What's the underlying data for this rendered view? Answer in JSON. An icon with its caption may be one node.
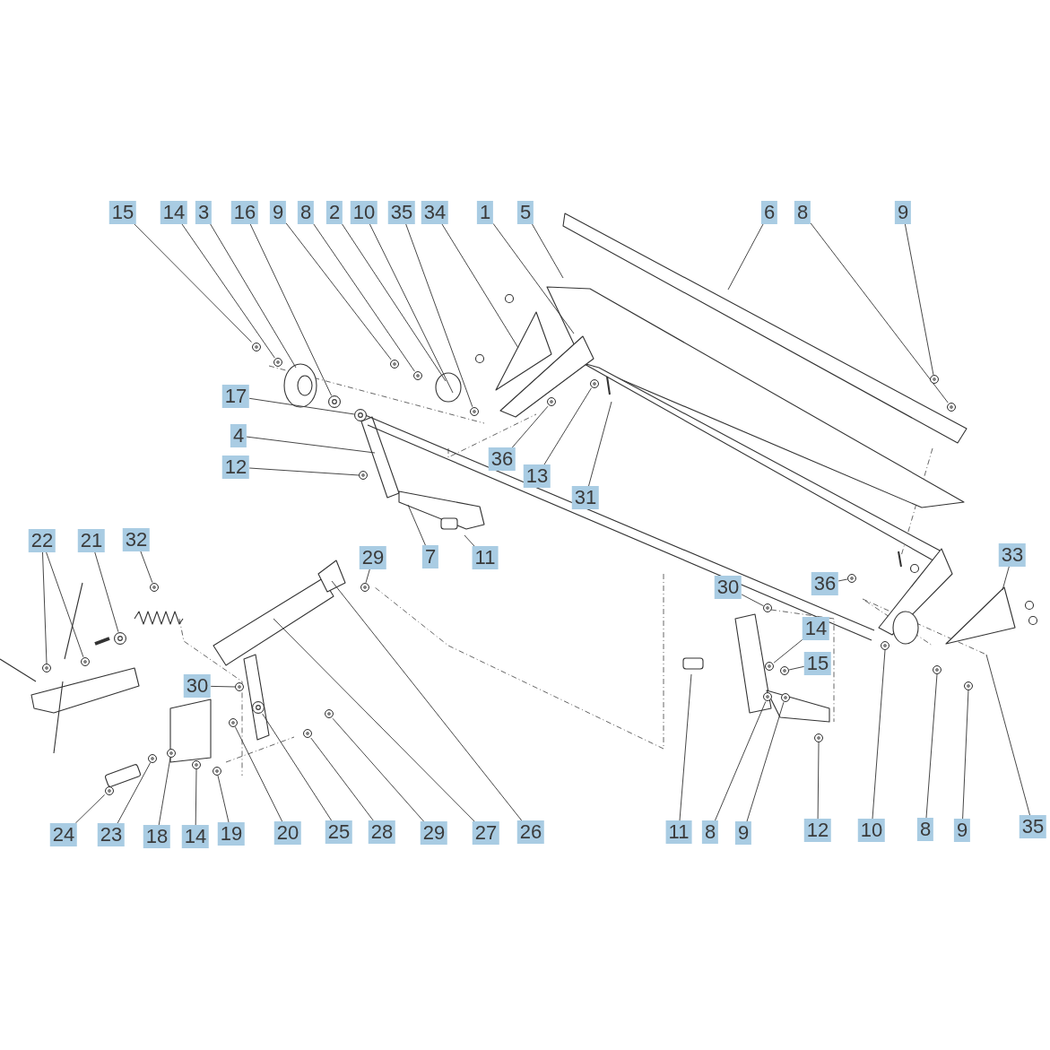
{
  "diagram": {
    "nodes": [
      {
        "text": [
          "15"
        ]
      },
      {
        "text": [
          "14"
        ]
      },
      {
        "text": [
          "3"
        ]
      },
      {
        "text": [
          "16"
        ]
      },
      {
        "text": [
          "9"
        ]
      },
      {
        "text": [
          "8"
        ]
      },
      {
        "text": [
          "2"
        ]
      },
      {
        "text": [
          "10"
        ]
      },
      {
        "text": [
          "35"
        ]
      },
      {
        "text": [
          "34"
        ]
      },
      {
        "text": [
          "1"
        ]
      },
      {
        "text": [
          "5"
        ]
      },
      {
        "text": [
          "6"
        ]
      },
      {
        "text": [
          "8"
        ]
      },
      {
        "text": [
          "9"
        ]
      },
      {
        "text": [
          "17"
        ]
      },
      {
        "text": [
          "4"
        ]
      },
      {
        "text": [
          "12"
        ]
      },
      {
        "text": [
          "36"
        ]
      },
      {
        "text": [
          "13"
        ]
      },
      {
        "text": [
          "31"
        ]
      },
      {
        "text": [
          "7"
        ]
      },
      {
        "text": [
          "11"
        ]
      },
      {
        "text": [
          "29"
        ]
      },
      {
        "text": [
          "33"
        ]
      },
      {
        "text": [
          "36"
        ]
      },
      {
        "text": [
          "30"
        ]
      },
      {
        "text": [
          "14"
        ]
      },
      {
        "text": [
          "15"
        ]
      },
      {
        "text": [
          "22"
        ]
      },
      {
        "text": [
          "21"
        ]
      },
      {
        "text": [
          "32"
        ]
      },
      {
        "text": [
          "30"
        ]
      },
      {
        "text": [
          "24"
        ]
      },
      {
        "text": [
          "23"
        ]
      },
      {
        "text": [
          "18"
        ]
      },
      {
        "text": [
          "14"
        ]
      },
      {
        "text": [
          "19"
        ]
      },
      {
        "text": [
          "20"
        ]
      },
      {
        "text": [
          "25"
        ]
      },
      {
        "text": [
          "28"
        ]
      },
      {
        "text": [
          "29"
        ]
      },
      {
        "text": [
          "27"
        ]
      },
      {
        "text": [
          "26"
        ]
      },
      {
        "text": [
          "11"
        ]
      },
      {
        "text": [
          "8"
        ]
      },
      {
        "text": [
          "9"
        ]
      },
      {
        "text": [
          "12"
        ]
      },
      {
        "text": [
          "10"
        ]
      },
      {
        "text": [
          "8"
        ]
      },
      {
        "text": [
          "9"
        ]
      },
      {
        "text": [
          "35"
        ]
      },
      {
        "text": [],
        "shape": "circle"
      },
      {
        "text": [],
        "shape": "circle"
      },
      {
        "text": [],
        "shape": "circle"
      },
      {
        "text": [],
        "shape": "circle"
      },
      {
        "text": [],
        "shape": "circle"
      },
      {
        "text": [],
        "shape": "circle"
      },
      {
        "text": [],
        "shape": "circle"
      },
      {
        "text": [],
        "shape": "circle"
      },
      {
        "text": [],
        "shape": "circle"
      },
      {
        "text": [],
        "shape": "circle"
      },
      {
        "text": [],
        "shape": "circle"
      },
      {
        "text": [],
        "shape": "circle"
      },
      {
        "text": [],
        "shape": "circle"
      },
      {
        "text": [],
        "shape": "circle"
      },
      {
        "text": [],
        "shape": "circle"
      },
      {
        "text": [],
        "shape": "circle"
      },
      {
        "text": [],
        "shape": "circle"
      },
      {
        "text": [],
        "shape": "circle"
      },
      {
        "text": [],
        "shape": "circle"
      },
      {
        "text": [],
        "shape": "circle"
      },
      {
        "text": [],
        "shape": "circle"
      },
      {
        "text": [],
        "shape": "circle"
      },
      {
        "text": [],
        "shape": "circle"
      },
      {
        "text": [],
        "shape": "circle"
      },
      {
        "text": [],
        "shape": "circle"
      },
      {
        "text": [],
        "shape": "circle"
      },
      {
        "text": [],
        "shape": "circle"
      },
      {
        "text": [],
        "shape": "circle"
      },
      {
        "text": [],
        "shape": "circle"
      },
      {
        "text": [],
        "shape": "circle"
      },
      {
        "text": [],
        "shape": "circle"
      },
      {
        "text": [],
        "shape": "circle"
      },
      {
        "text": [],
        "shape": "circle"
      },
      {
        "text": [],
        "shape": "circle"
      },
      {
        "text": [],
        "shape": "circle"
      },
      {
        "text": [],
        "shape": "circle"
      },
      {
        "text": [],
        "shape": "circle"
      }
    ],
    "edges": [
      {
        "from": 0,
        "to": 52,
        "arrow": "none"
      },
      {
        "from": 1,
        "to": 53,
        "arrow": "none"
      },
      {
        "from": 2,
        "to": null,
        "arrow": "none"
      },
      {
        "from": 3,
        "to": 54,
        "arrow": "none"
      },
      {
        "from": 4,
        "to": 55,
        "arrow": "none"
      },
      {
        "from": 5,
        "to": 56,
        "arrow": "none"
      },
      {
        "from": 6,
        "to": null,
        "arrow": "none"
      },
      {
        "from": 7,
        "to": null,
        "arrow": "none"
      },
      {
        "from": 8,
        "to": 57,
        "arrow": "none"
      },
      {
        "from": 9,
        "to": null,
        "arrow": "none"
      },
      {
        "from": 10,
        "to": null,
        "arrow": "none"
      },
      {
        "from": 11,
        "to": null,
        "arrow": "none"
      },
      {
        "from": 12,
        "to": null,
        "arrow": "none"
      },
      {
        "from": 13,
        "to": 58,
        "arrow": "none"
      },
      {
        "from": 14,
        "to": 59,
        "arrow": "none"
      },
      {
        "from": 15,
        "to": 60,
        "arrow": "none"
      },
      {
        "from": 16,
        "to": null,
        "arrow": "none"
      },
      {
        "from": 17,
        "to": 61,
        "arrow": "none"
      },
      {
        "from": 18,
        "to": 62,
        "arrow": "none"
      },
      {
        "from": 19,
        "to": 63,
        "arrow": "none"
      },
      {
        "from": 20,
        "to": null,
        "arrow": "none"
      },
      {
        "from": 21,
        "to": null,
        "arrow": "none"
      },
      {
        "from": 22,
        "to": null,
        "arrow": "none"
      },
      {
        "from": 23,
        "to": 64,
        "arrow": "none"
      },
      {
        "from": 24,
        "to": null,
        "arrow": "none"
      },
      {
        "from": 25,
        "to": 65,
        "arrow": "none"
      },
      {
        "from": 26,
        "to": 66,
        "arrow": "none"
      },
      {
        "from": 27,
        "to": 67,
        "arrow": "none"
      },
      {
        "from": 28,
        "to": 68,
        "arrow": "none"
      },
      {
        "from": 29,
        "to": 69,
        "arrow": "none"
      },
      {
        "from": 29,
        "to": 70,
        "arrow": "none"
      },
      {
        "from": 30,
        "to": 71,
        "arrow": "none"
      },
      {
        "from": 31,
        "to": 72,
        "arrow": "none"
      },
      {
        "from": 32,
        "to": 73,
        "arrow": "none"
      },
      {
        "from": 33,
        "to": 74,
        "arrow": "none"
      },
      {
        "from": 34,
        "to": 75,
        "arrow": "none"
      },
      {
        "from": 35,
        "to": 76,
        "arrow": "none"
      },
      {
        "from": 36,
        "to": 77,
        "arrow": "none"
      },
      {
        "from": 37,
        "to": 78,
        "arrow": "none"
      },
      {
        "from": 38,
        "to": 79,
        "arrow": "none"
      },
      {
        "from": 39,
        "to": 80,
        "arrow": "none"
      },
      {
        "from": 40,
        "to": 81,
        "arrow": "none"
      },
      {
        "from": 41,
        "to": 82,
        "arrow": "none"
      },
      {
        "from": 42,
        "to": null,
        "arrow": "none"
      },
      {
        "from": 43,
        "to": null,
        "arrow": "none"
      },
      {
        "from": 44,
        "to": null,
        "arrow": "none"
      },
      {
        "from": 45,
        "to": 83,
        "arrow": "none"
      },
      {
        "from": 46,
        "to": 84,
        "arrow": "none"
      },
      {
        "from": 47,
        "to": 85,
        "arrow": "none"
      },
      {
        "from": 48,
        "to": 86,
        "arrow": "none"
      },
      {
        "from": 49,
        "to": 87,
        "arrow": "none"
      },
      {
        "from": 50,
        "to": 88,
        "arrow": "none"
      },
      {
        "from": 51,
        "to": null,
        "arrow": "none"
      }
    ]
  }
}
